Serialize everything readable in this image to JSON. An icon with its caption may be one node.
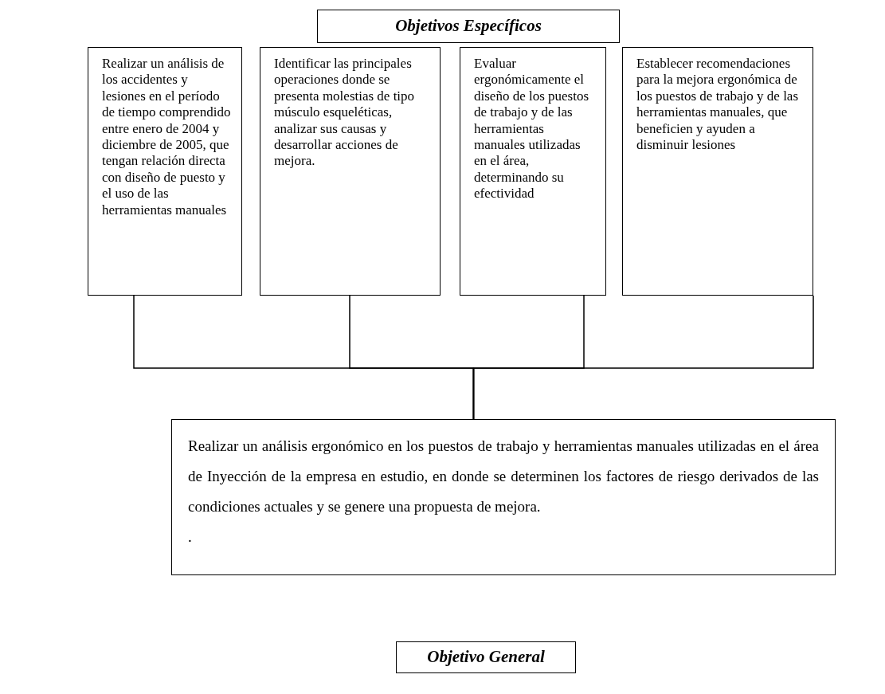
{
  "diagram": {
    "nodes": [
      {
        "text": [
          "Objetivos Específicos"
        ]
      },
      {
        "text": [
          "Realizar un análisis de los accidentes y lesiones en el período de tiempo comprendido entre enero de 2004 y diciembre de 2005, que tengan relación directa con diseño de puesto y el uso de las herramientas manuales"
        ]
      },
      {
        "text": [
          "Identificar las principales operaciones donde se presenta molestias de tipo músculo esqueléticas, analizar sus causas y desarrollar acciones de mejora."
        ]
      },
      {
        "text": [
          "Evaluar ergonómicamente el diseño de los puestos de trabajo y de las herramientas manuales utilizadas en el área, determinando su efectividad"
        ]
      },
      {
        "text": [
          "Establecer recomendaciones para la mejora ergonómica de los puestos de trabajo y de las herramientas manuales, que beneficien y ayuden a disminuir lesiones"
        ]
      },
      {
        "text": [
          "Realizar un análisis ergonómico en los puestos de trabajo y herramientas manuales utilizadas en el área de Inyección de la empresa en estudio, en donde se determinen los factores de riesgo derivados de las condiciones actuales y se genere una propuesta de mejora.",
          "."
        ]
      },
      {
        "text": [
          "Objetivo General"
        ]
      }
    ],
    "edges": [
      {
        "from": 1,
        "to": 5,
        "arrow": "none"
      },
      {
        "from": 2,
        "to": 5,
        "arrow": "none"
      },
      {
        "from": 3,
        "to": 5,
        "arrow": "none"
      },
      {
        "from": 4,
        "to": 5,
        "arrow": "none"
      }
    ]
  }
}
